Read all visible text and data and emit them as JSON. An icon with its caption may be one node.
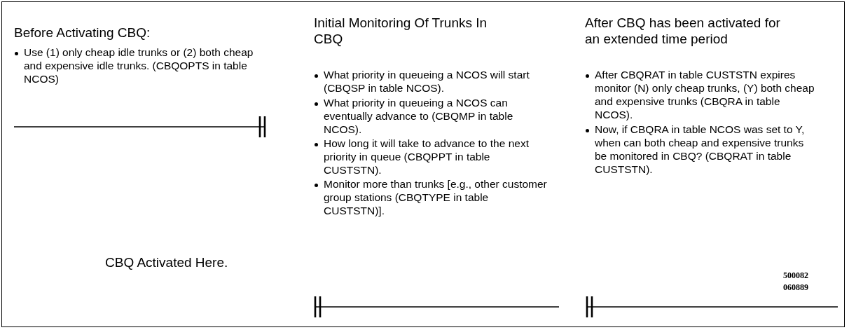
{
  "diagram": {
    "labels": [
      "Before Activating CBQ:",
      "Use (1) only cheap idle trunks or (2) both cheap and expensive idle trunks. (CBQOPTS in table NCOS)",
      "CBQ Activated Here.",
      "Initial Monitoring Of Trunks In CBQ",
      "What priority in queueing a NCOS will start (CBQSP in table NCOS).",
      "What priority in queueing a NCOS can eventually advance to (CBQMP in table NCOS).",
      "How long it will take to advance to the next priority in queue (CBQPPT in table CUSTSTN).",
      "Monitor more than trunks [e.g., other customer group stations (CBQTYPE in table CUSTSTN)].",
      "After CBQ has been activated for an extended time period",
      "After CBQRAT in table CUSTSTN expires monitor (N) only cheap trunks, (Y) both cheap and expensive trunks (CBQRA in table NCOS).",
      "Now, if CBQRA in table NCOS was set to Y, when can both cheap and expensive trunks be monitored in CBQ? (CBQRAT in table CUSTSTN).",
      "500082",
      "060889"
    ]
  }
}
